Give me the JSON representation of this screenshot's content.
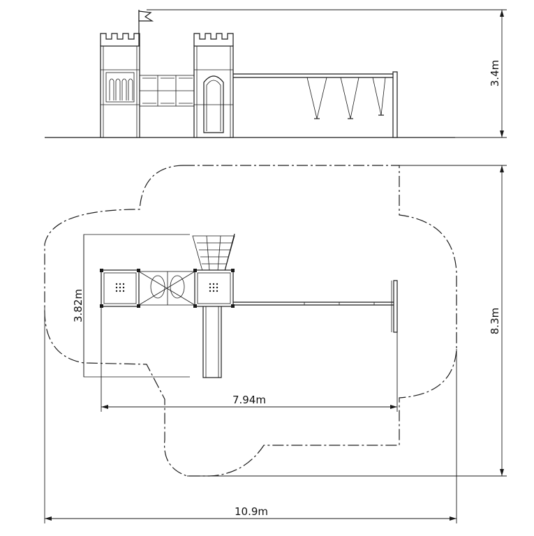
{
  "dimensions": {
    "height": "3.4m",
    "depth": "8.3m",
    "width": "10.9m",
    "equipment_length": "7.94m",
    "equipment_width": "3.82m"
  },
  "colors": {
    "line": "#1a1a1a",
    "background": "#ffffff"
  }
}
